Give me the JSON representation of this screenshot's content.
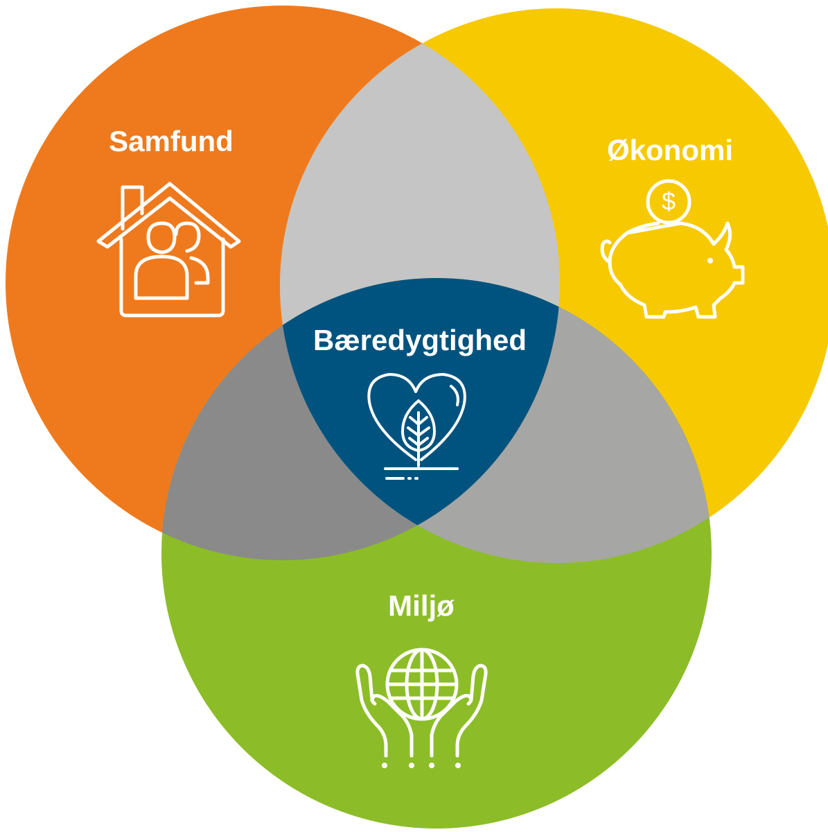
{
  "diagram": {
    "type": "venn",
    "colors": {
      "samfund": "#ef7a1e",
      "okonomi": "#f7c900",
      "miljo": "#8cbd28",
      "overlap_top": "#c5c5c5",
      "overlap_left": "#8a8a8a",
      "overlap_right": "#a6a6a4",
      "center": "#00537e"
    },
    "circles": [
      {
        "id": "samfund",
        "label": "Samfund",
        "icon": "house-family-icon"
      },
      {
        "id": "okonomi",
        "label": "Økonomi",
        "icon": "piggy-bank-icon"
      },
      {
        "id": "miljo",
        "label": "Miljø",
        "icon": "hands-globe-icon"
      }
    ],
    "center": {
      "label": "Bæredygtighed",
      "icon": "heart-leaf-icon"
    }
  }
}
